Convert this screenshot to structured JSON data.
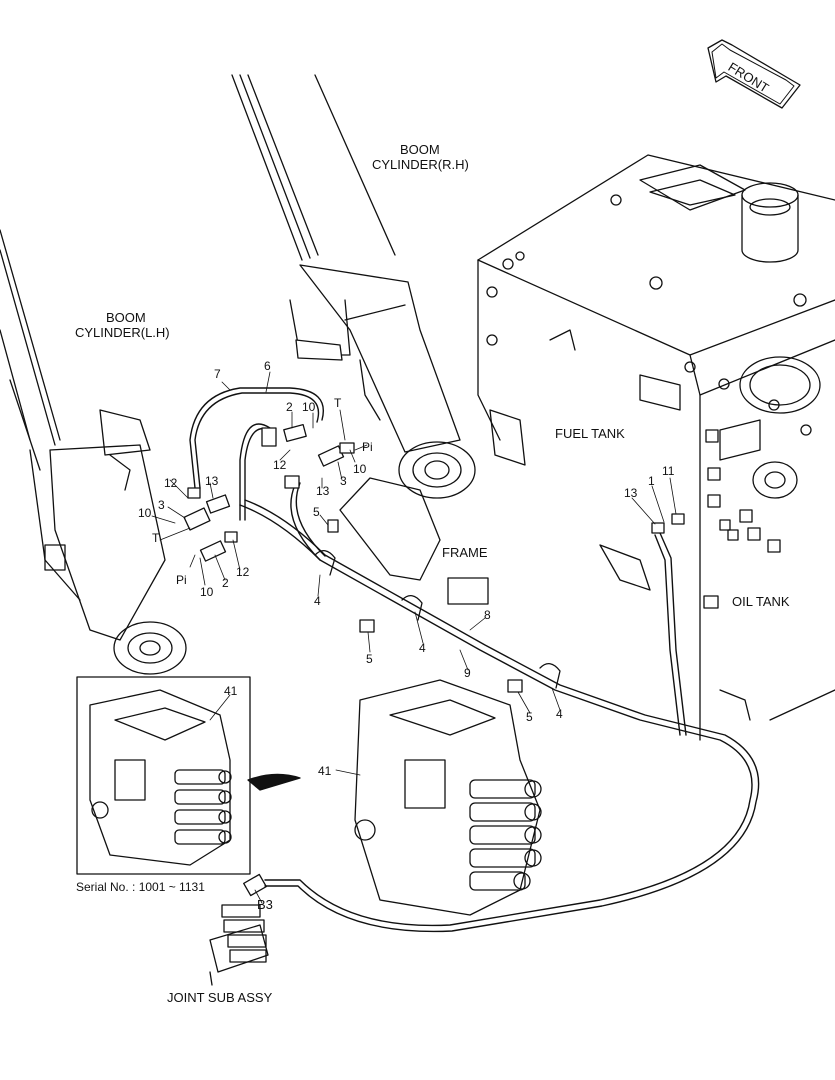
{
  "diagram": {
    "labels": {
      "front": "FRONT",
      "boom_cyl_rh_line1": "BOOM",
      "boom_cyl_rh_line2": "CYLINDER(R.H)",
      "boom_cyl_lh_line1": "BOOM",
      "boom_cyl_lh_line2": "CYLINDER(L.H)",
      "fuel_tank": "FUEL TANK",
      "frame": "FRAME",
      "oil_tank": "OIL TANK",
      "serial": "Serial No. : 1001 ~ 1131",
      "joint_sub_assy": "JOINT SUB ASSY",
      "b3": "B3"
    },
    "callouts": {
      "c7": "7",
      "c6": "6",
      "c2a": "2",
      "c10a": "10",
      "c_Ta": "T",
      "c_Pia": "Pi",
      "c12a": "12",
      "c13a": "13",
      "c3a": "3",
      "c10b": "10",
      "c12b": "12",
      "c13b": "13",
      "c3b": "3",
      "c10c": "10",
      "c_Tb": "T",
      "c_Pib": "Pi",
      "c2b": "2",
      "c12c": "12",
      "c10d": "10",
      "c5a": "5",
      "c4a": "4",
      "c5b": "5",
      "c4b": "4",
      "c8": "8",
      "c9": "9",
      "c5c": "5",
      "c4c": "4",
      "c11": "11",
      "c1": "1",
      "c13c": "13",
      "c41a": "41",
      "c41b": "41"
    }
  }
}
